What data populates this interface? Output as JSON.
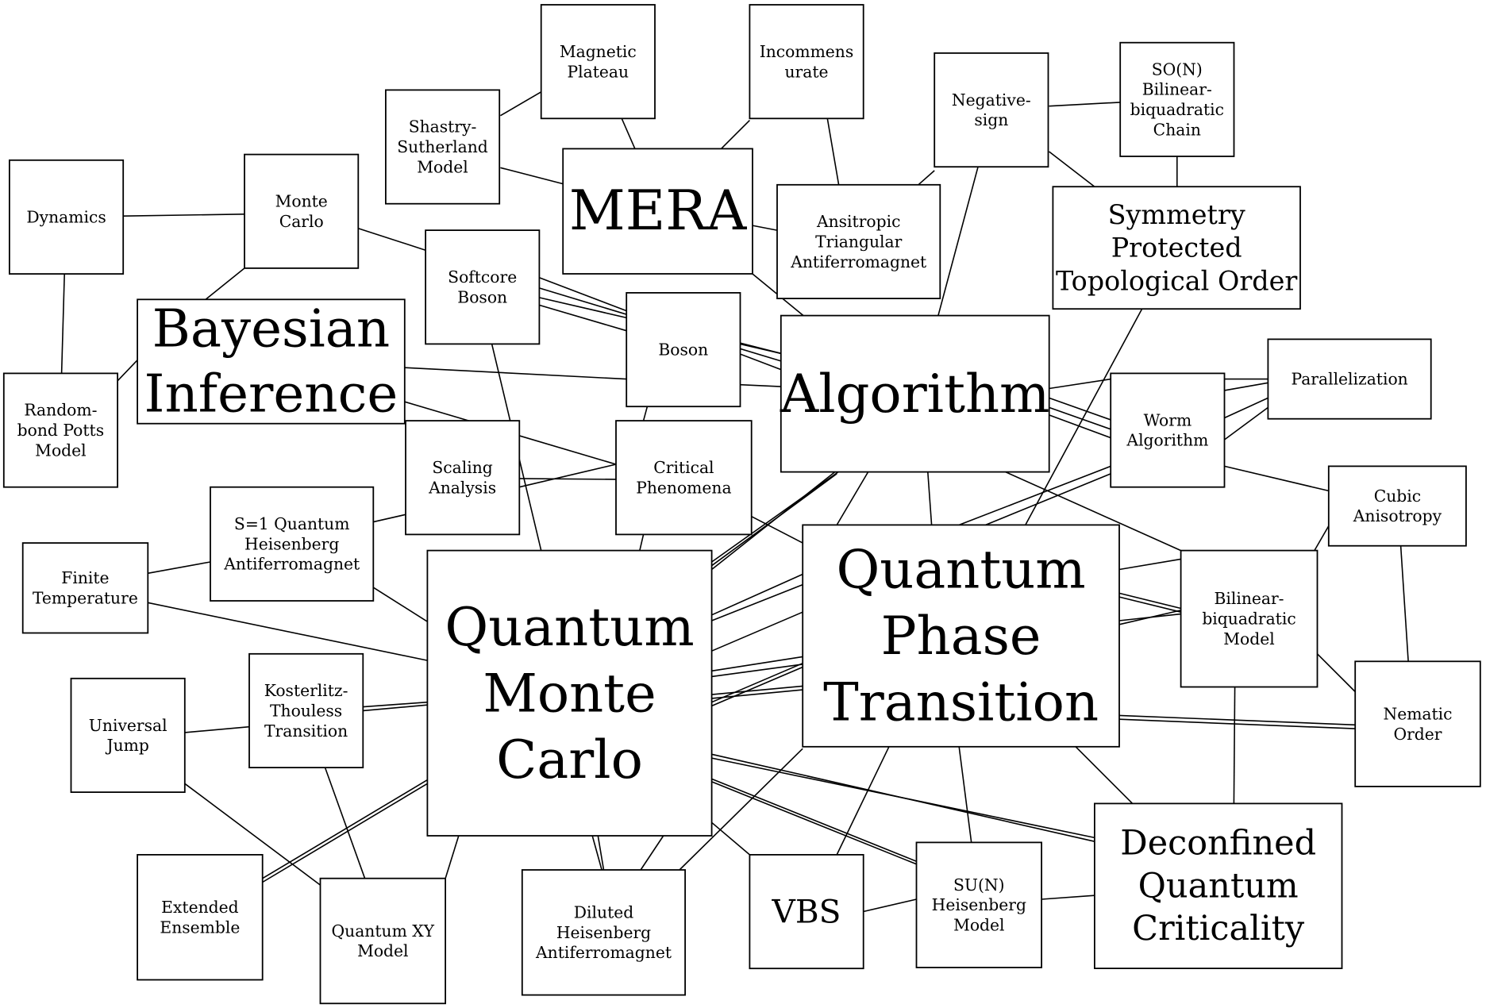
{
  "nodes": [
    {
      "id": "magnetic_plateau",
      "lines": [
        "Magnetic",
        "Plateau"
      ]
    },
    {
      "id": "incommensurate",
      "lines": [
        "Incommens",
        "urate"
      ]
    },
    {
      "id": "shastry",
      "lines": [
        "Shastry-",
        "Sutherland",
        "Model"
      ]
    },
    {
      "id": "mera",
      "lines": [
        "MERA"
      ]
    },
    {
      "id": "negative_sign",
      "lines": [
        "Negative-",
        "sign"
      ]
    },
    {
      "id": "son_chain",
      "lines": [
        "SO(N)",
        "Bilinear-",
        "biquadratic",
        "Chain"
      ]
    },
    {
      "id": "dynamics",
      "lines": [
        "Dynamics"
      ]
    },
    {
      "id": "monte_carlo",
      "lines": [
        "Monte",
        "Carlo"
      ]
    },
    {
      "id": "ata",
      "lines": [
        "Ansitropic",
        "Triangular",
        "Antiferromagnet"
      ]
    },
    {
      "id": "spt",
      "lines": [
        "Symmetry",
        "Protected",
        "Topological Order"
      ]
    },
    {
      "id": "softcore",
      "lines": [
        "Softcore",
        "Boson"
      ]
    },
    {
      "id": "bayesian",
      "lines": [
        "Bayesian",
        "Inference"
      ]
    },
    {
      "id": "boson",
      "lines": [
        "Boson"
      ]
    },
    {
      "id": "algorithm",
      "lines": [
        "Algorithm"
      ]
    },
    {
      "id": "parallelization",
      "lines": [
        "Parallelization"
      ]
    },
    {
      "id": "random_bond",
      "lines": [
        "Random-",
        "bond Potts",
        "Model"
      ]
    },
    {
      "id": "worm",
      "lines": [
        "Worm",
        "Algorithm"
      ]
    },
    {
      "id": "scaling",
      "lines": [
        "Scaling",
        "Analysis"
      ]
    },
    {
      "id": "critical",
      "lines": [
        "Critical",
        "Phenomena"
      ]
    },
    {
      "id": "cubic",
      "lines": [
        "Cubic",
        "Anisotropy"
      ]
    },
    {
      "id": "s1_heis",
      "lines": [
        "S=1 Quantum",
        "Heisenberg",
        "Antiferromagnet"
      ]
    },
    {
      "id": "finite_t",
      "lines": [
        "Finite",
        "Temperature"
      ]
    },
    {
      "id": "qmc",
      "lines": [
        "Quantum",
        "Monte",
        "Carlo"
      ]
    },
    {
      "id": "qpt",
      "lines": [
        "Quantum",
        "Phase",
        "Transition"
      ]
    },
    {
      "id": "bbq_model",
      "lines": [
        "Bilinear-",
        "biquadratic",
        "Model"
      ]
    },
    {
      "id": "universal_jump",
      "lines": [
        "Universal",
        "Jump"
      ]
    },
    {
      "id": "kt",
      "lines": [
        "Kosterlitz-",
        "Thouless",
        "Transition"
      ]
    },
    {
      "id": "nematic",
      "lines": [
        "Nematic",
        "Order"
      ]
    },
    {
      "id": "dqc",
      "lines": [
        "Deconfined",
        "Quantum",
        "Criticality"
      ]
    },
    {
      "id": "extended",
      "lines": [
        "Extended",
        "Ensemble"
      ]
    },
    {
      "id": "diluted",
      "lines": [
        "Diluted",
        "Heisenberg",
        "Antiferromagnet"
      ]
    },
    {
      "id": "vbs",
      "lines": [
        "VBS"
      ]
    },
    {
      "id": "sun_heis",
      "lines": [
        "SU(N)",
        "Heisenberg",
        "Model"
      ]
    },
    {
      "id": "qxy",
      "lines": [
        "Quantum XY",
        "Model"
      ]
    }
  ]
}
